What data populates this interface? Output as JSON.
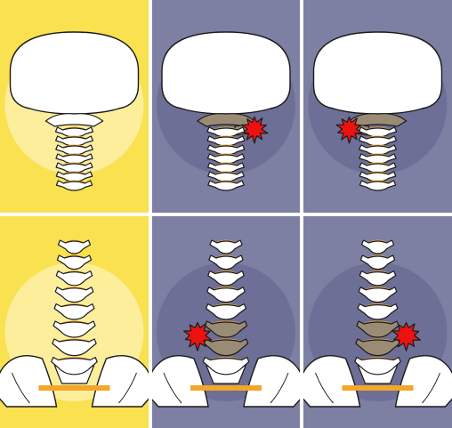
{
  "panels": [
    {
      "id": "neck-normal",
      "region": "neck",
      "state": "normal",
      "pain_side": "none",
      "background": "#f9e150",
      "halo": "#fcee9a"
    },
    {
      "id": "neck-pain-right",
      "region": "neck",
      "state": "pain",
      "pain_side": "right",
      "background": "#7d7fa3",
      "halo": "#6d6f96"
    },
    {
      "id": "neck-pain-left",
      "region": "neck",
      "state": "pain",
      "pain_side": "left",
      "background": "#7d7fa3",
      "halo": "#6d6f96"
    },
    {
      "id": "lowback-normal",
      "region": "lower-back",
      "state": "normal",
      "pain_side": "none",
      "background": "#f9e150",
      "halo": "#fcee9a"
    },
    {
      "id": "lowback-pain-left",
      "region": "lower-back",
      "state": "pain",
      "pain_side": "left",
      "background": "#7d7fa3",
      "halo": "#6d6f96"
    },
    {
      "id": "lowback-pain-right",
      "region": "lower-back",
      "state": "pain",
      "pain_side": "right",
      "background": "#7d7fa3",
      "halo": "#6d6f96"
    }
  ],
  "colors": {
    "bone": "#ffffff",
    "outline": "#1a1a1a",
    "disc": "#f2a62a",
    "inflamed_bone": "#9a8c74",
    "pain_burst": "#ee1111",
    "divider": "#ffffff"
  }
}
